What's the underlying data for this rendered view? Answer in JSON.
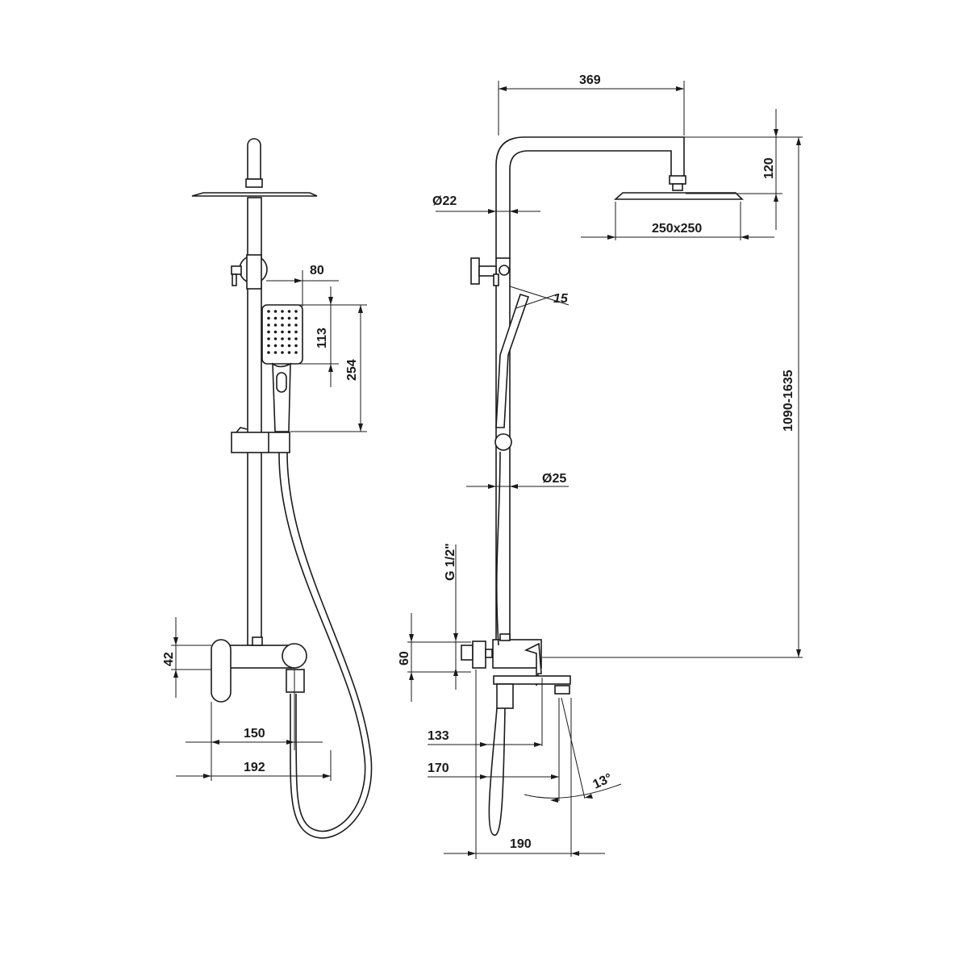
{
  "diagram": {
    "title": "Shower set technical drawing",
    "front_view": {
      "dim_handshower_offset": "80",
      "dim_handshower_head": "113",
      "dim_handshower_length": "254",
      "dim_mixer_height": "42",
      "dim_150": "150",
      "dim_192": "192"
    },
    "side_view": {
      "dim_arm_reach": "369",
      "dim_arm_drop": "120",
      "dim_pipe_upper": "Ø22",
      "dim_head_size": "250x250",
      "dim_handshower_angle": "15",
      "dim_total_height": "1090-1635",
      "dim_pipe_lower": "Ø25",
      "dim_thread": "G 1/2\"",
      "dim_connection": "60",
      "dim_133": "133",
      "dim_170": "170",
      "dim_190": "190",
      "dim_spout_angle": "13°"
    }
  }
}
